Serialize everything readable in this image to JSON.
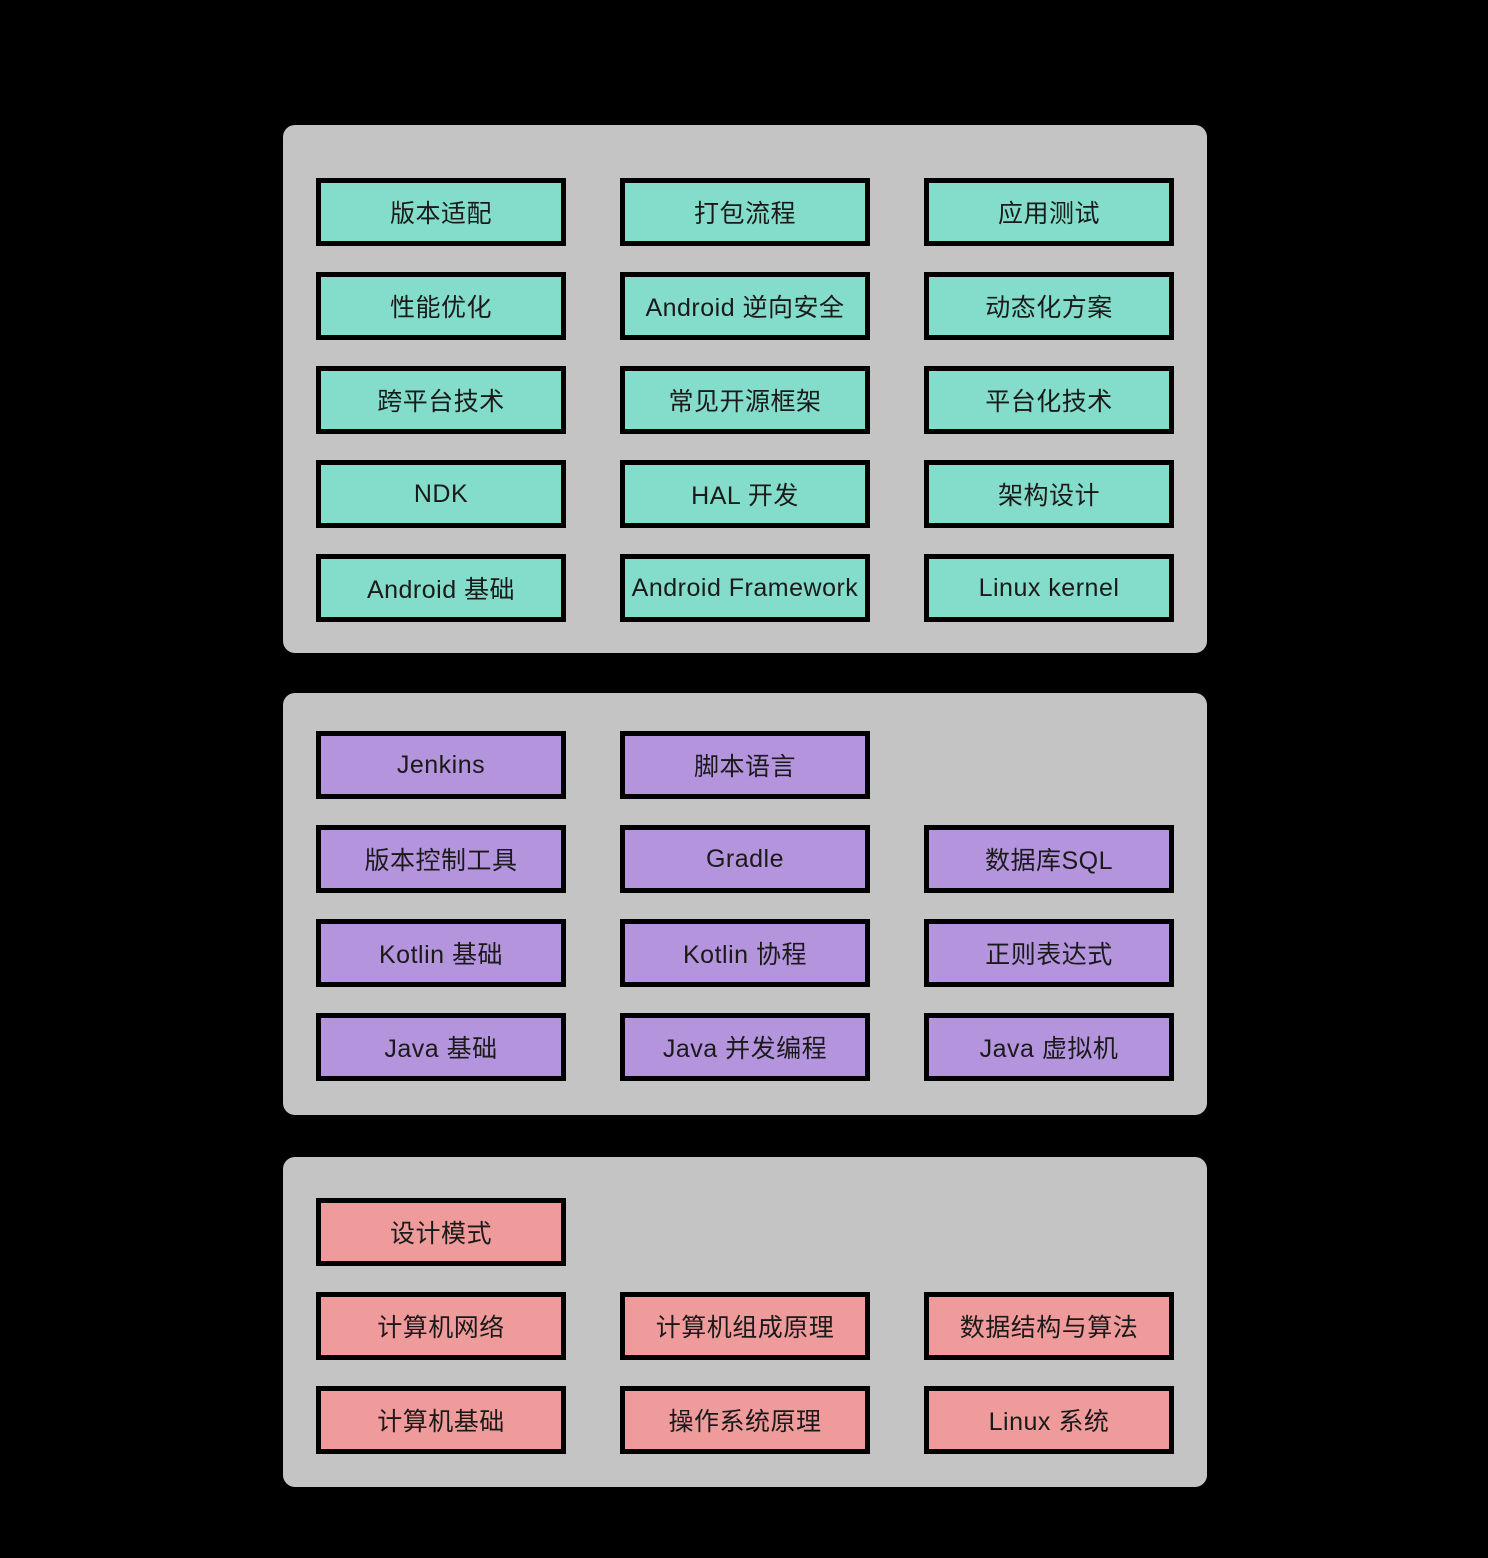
{
  "background_color": "#000000",
  "panel_bg_color": "#c4c4c4",
  "box_border_color": "#000000",
  "panels": [
    {
      "name": "android-advanced",
      "box_color": "#84dccb",
      "rows": [
        [
          "版本适配",
          "打包流程",
          "应用测试"
        ],
        [
          "性能优化",
          "Android 逆向安全",
          "动态化方案"
        ],
        [
          "跨平台技术",
          "常见开源框架",
          "平台化技术"
        ],
        [
          "NDK",
          "HAL 开发",
          "架构设计"
        ],
        [
          "Android 基础",
          "Android Framework",
          "Linux kernel"
        ]
      ]
    },
    {
      "name": "languages-and-tools",
      "box_color": "#b494dd",
      "rows": [
        [
          "Jenkins",
          "脚本语言",
          null
        ],
        [
          "版本控制工具",
          "Gradle",
          "数据库SQL"
        ],
        [
          "Kotlin 基础",
          "Kotlin 协程",
          "正则表达式"
        ],
        [
          "Java 基础",
          "Java 并发编程",
          "Java 虚拟机"
        ]
      ]
    },
    {
      "name": "cs-foundation",
      "box_color": "#f09b9b",
      "rows": [
        [
          "设计模式",
          null,
          null
        ],
        [
          "计算机网络",
          "计算机组成原理",
          "数据结构与算法"
        ],
        [
          "计算机基础",
          "操作系统原理",
          "Linux 系统"
        ]
      ]
    }
  ]
}
